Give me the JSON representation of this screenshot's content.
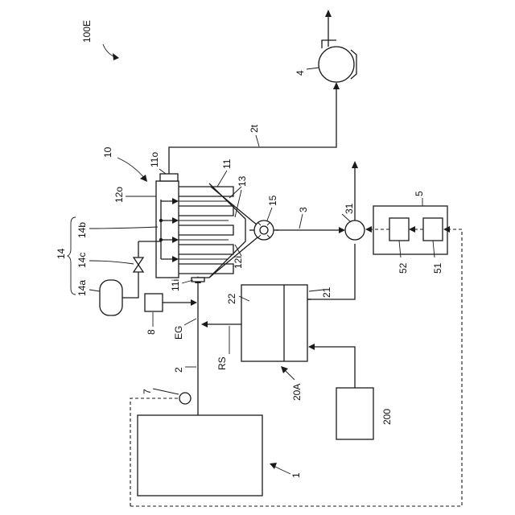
{
  "labels": {
    "figure_ref": "100E",
    "engine": "1",
    "exhaust_pipe": "2",
    "turbine_pipe": "2t",
    "pipe_3": "3",
    "compressor": "4",
    "unit_5": "5",
    "sensor_7": "7",
    "unit_8": "8",
    "assembly_10": "10",
    "housing_11": "11",
    "inlet_11i": "11i",
    "outlet_11o": "11o",
    "inner_12i": "12i",
    "outer_12o": "12o",
    "channels_13": "13",
    "supply_14": "14",
    "tank_14a": "14a",
    "line_14b": "14b",
    "valve_14c": "14c",
    "junction_15": "15",
    "unit_20A": "20A",
    "box_21": "21",
    "box_22": "22",
    "junction_31": "31",
    "box_51": "51",
    "box_52": "52",
    "source_200": "200",
    "eg": "EG",
    "rs": "RS"
  }
}
